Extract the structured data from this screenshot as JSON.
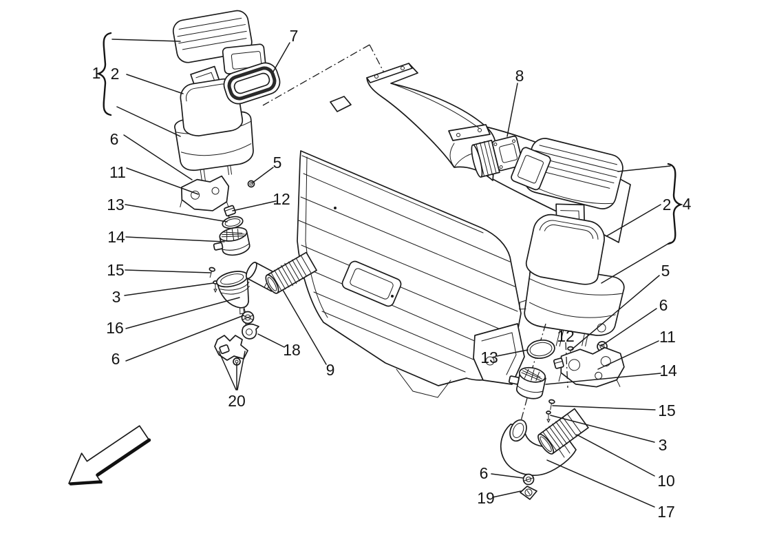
{
  "diagram": {
    "title": "Exploded air-intake parts diagram",
    "background_color": "#ffffff",
    "line_color": "#1a1a1a",
    "callouts": [
      {
        "id": "left-assembly-group",
        "label": "1"
      },
      {
        "id": "left-filter-cartridge",
        "label": "2"
      },
      {
        "id": "intake-seal",
        "label": "7"
      },
      {
        "id": "left-stud",
        "label": "6"
      },
      {
        "id": "left-mounting-bracket",
        "label": "11"
      },
      {
        "id": "left-o-ring",
        "label": "13"
      },
      {
        "id": "left-maf-sensor",
        "label": "14"
      },
      {
        "id": "left-clamp-screw",
        "label": "15"
      },
      {
        "id": "left-pin",
        "label": "3"
      },
      {
        "id": "left-funnel",
        "label": "16"
      },
      {
        "id": "left-grommet",
        "label": "6"
      },
      {
        "id": "left-nut",
        "label": "5"
      },
      {
        "id": "left-sensor",
        "label": "12"
      },
      {
        "id": "left-clip",
        "label": "18"
      },
      {
        "id": "left-corrugated-hose",
        "label": "9"
      },
      {
        "id": "left-bracket-assembly",
        "label": "20"
      },
      {
        "id": "flex-coupling",
        "label": "8"
      },
      {
        "id": "right-filter-cartridge",
        "label": "2"
      },
      {
        "id": "right-assembly-group",
        "label": "4"
      },
      {
        "id": "right-screw",
        "label": "5"
      },
      {
        "id": "right-washer",
        "label": "6"
      },
      {
        "id": "right-mounting-bracket",
        "label": "11"
      },
      {
        "id": "right-maf-sensor",
        "label": "14"
      },
      {
        "id": "right-clamp-screw",
        "label": "15"
      },
      {
        "id": "right-pin",
        "label": "3"
      },
      {
        "id": "right-corrugated-hose",
        "label": "10"
      },
      {
        "id": "right-elbow-duct",
        "label": "17"
      },
      {
        "id": "right-o-ring",
        "label": "13"
      },
      {
        "id": "right-sensor",
        "label": "12"
      },
      {
        "id": "right-grommet",
        "label": "6"
      },
      {
        "id": "right-clip",
        "label": "19"
      }
    ]
  }
}
